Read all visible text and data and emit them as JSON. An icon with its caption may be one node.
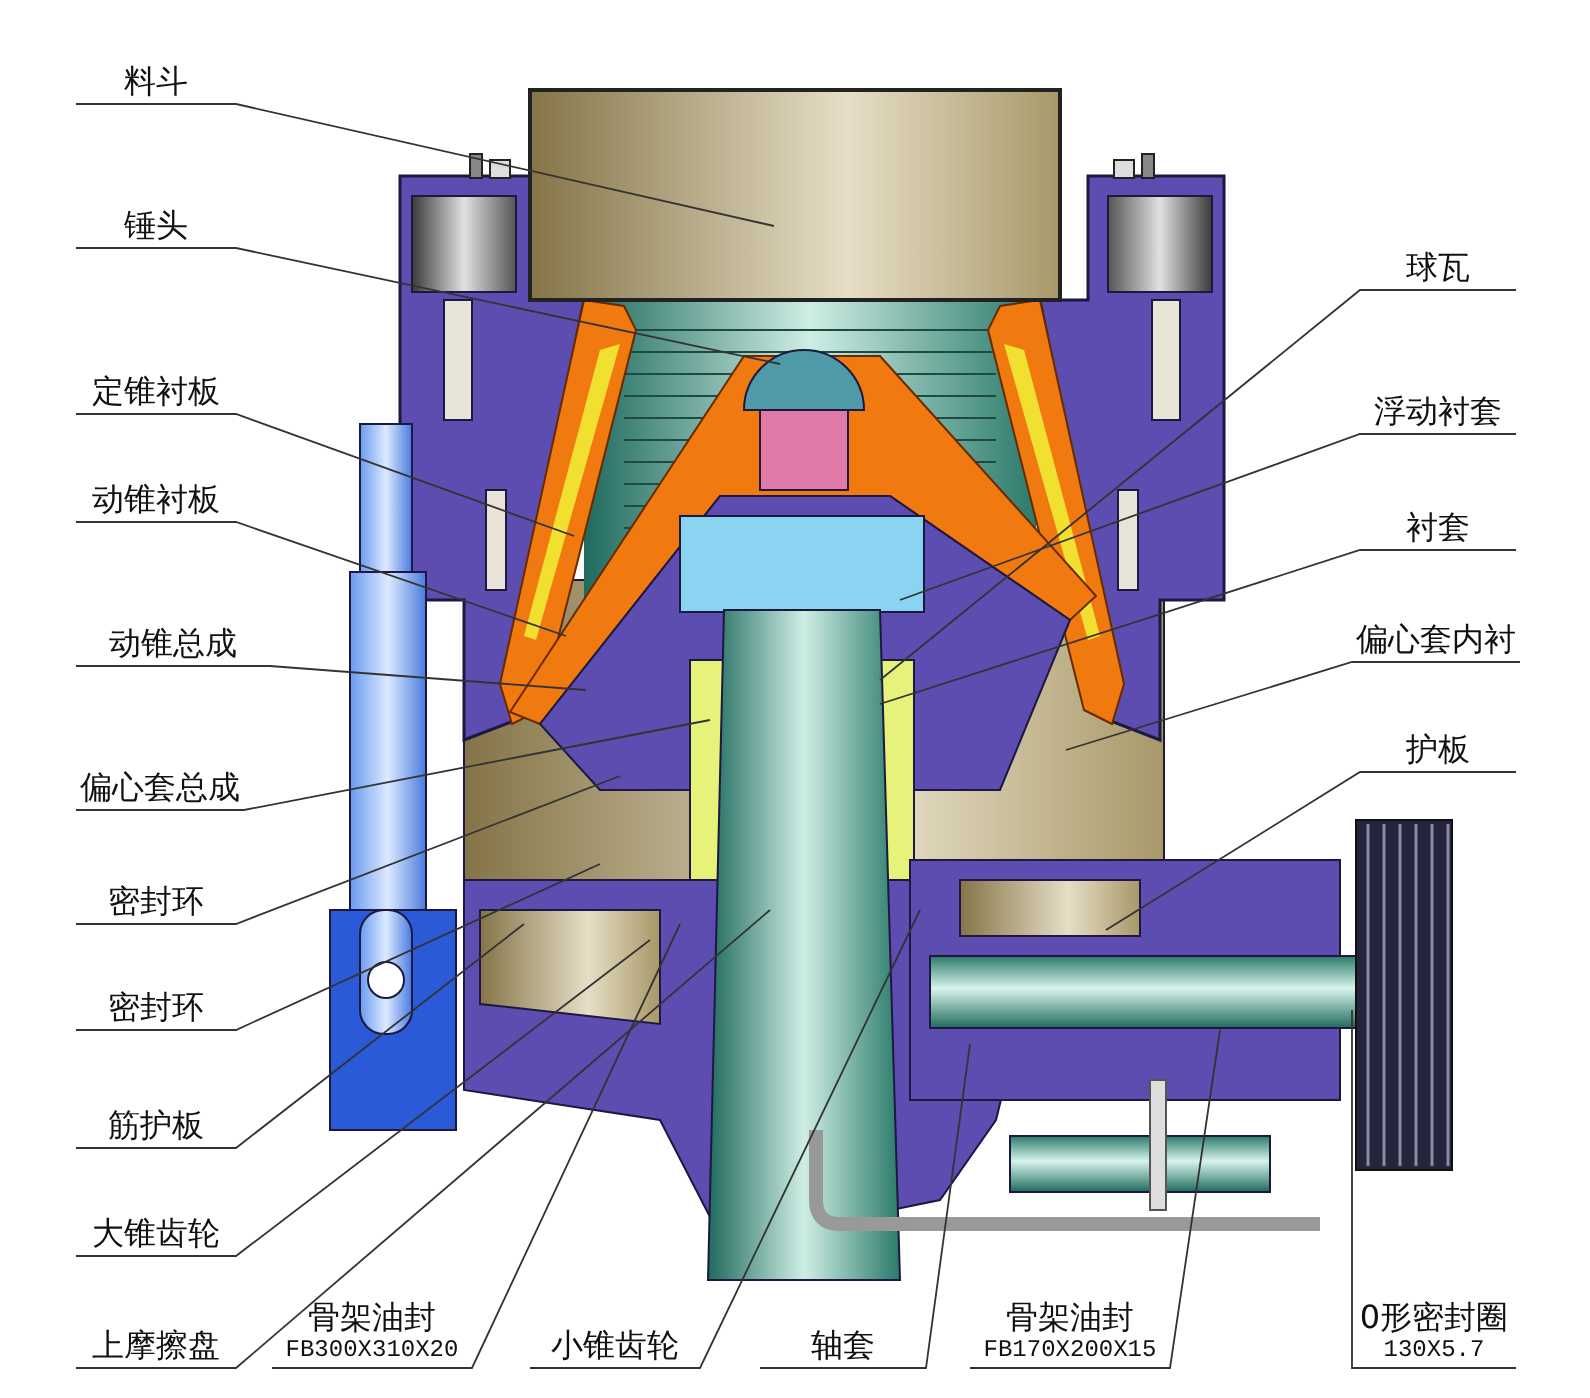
{
  "diagram": {
    "nodes": [
      {
        "text": [
          "料斗"
        ]
      },
      {
        "text": [
          "锤头"
        ]
      },
      {
        "text": [
          "定锥衬板"
        ]
      },
      {
        "text": [
          "动锥衬板"
        ]
      },
      {
        "text": [
          "动锥总成"
        ]
      },
      {
        "text": [
          "偏心套总成"
        ]
      },
      {
        "text": [
          "密封环"
        ]
      },
      {
        "text": [
          "密封环"
        ]
      },
      {
        "text": [
          "筋护板"
        ]
      },
      {
        "text": [
          "大锥齿轮"
        ]
      },
      {
        "text": [
          "上摩擦盘"
        ]
      },
      {
        "text": [
          "球瓦"
        ]
      },
      {
        "text": [
          "浮动衬套"
        ]
      },
      {
        "text": [
          "衬套"
        ]
      },
      {
        "text": [
          "偏心套内衬"
        ]
      },
      {
        "text": [
          "护板"
        ]
      },
      {
        "text": [
          "骨架油封",
          "FB300X310X20"
        ]
      },
      {
        "text": [
          "小锥齿轮"
        ]
      },
      {
        "text": [
          "轴套"
        ]
      },
      {
        "text": [
          "骨架油封",
          "FB170X200X15"
        ]
      },
      {
        "text": [
          "0形密封圈",
          "130X5.7"
        ]
      }
    ],
    "edges": [
      {
        "from": 0,
        "to": null,
        "arrow": "none"
      },
      {
        "from": 1,
        "to": null,
        "arrow": "none"
      },
      {
        "from": 2,
        "to": null,
        "arrow": "none"
      },
      {
        "from": 3,
        "to": null,
        "arrow": "none"
      },
      {
        "from": 4,
        "to": null,
        "arrow": "none"
      },
      {
        "from": 5,
        "to": null,
        "arrow": "none"
      },
      {
        "from": 6,
        "to": null,
        "arrow": "none"
      },
      {
        "from": 7,
        "to": null,
        "arrow": "none"
      },
      {
        "from": 8,
        "to": null,
        "arrow": "none"
      },
      {
        "from": 9,
        "to": null,
        "arrow": "none"
      },
      {
        "from": 10,
        "to": null,
        "arrow": "none"
      },
      {
        "from": 11,
        "to": null,
        "arrow": "none"
      },
      {
        "from": 12,
        "to": null,
        "arrow": "none"
      },
      {
        "from": 13,
        "to": null,
        "arrow": "none"
      },
      {
        "from": 14,
        "to": null,
        "arrow": "none"
      },
      {
        "from": 15,
        "to": null,
        "arrow": "none"
      },
      {
        "from": 16,
        "to": null,
        "arrow": "none"
      },
      {
        "from": 17,
        "to": null,
        "arrow": "none"
      },
      {
        "from": 18,
        "to": null,
        "arrow": "none"
      },
      {
        "from": 19,
        "to": null,
        "arrow": "none"
      },
      {
        "from": 20,
        "to": null,
        "arrow": "none"
      }
    ]
  }
}
